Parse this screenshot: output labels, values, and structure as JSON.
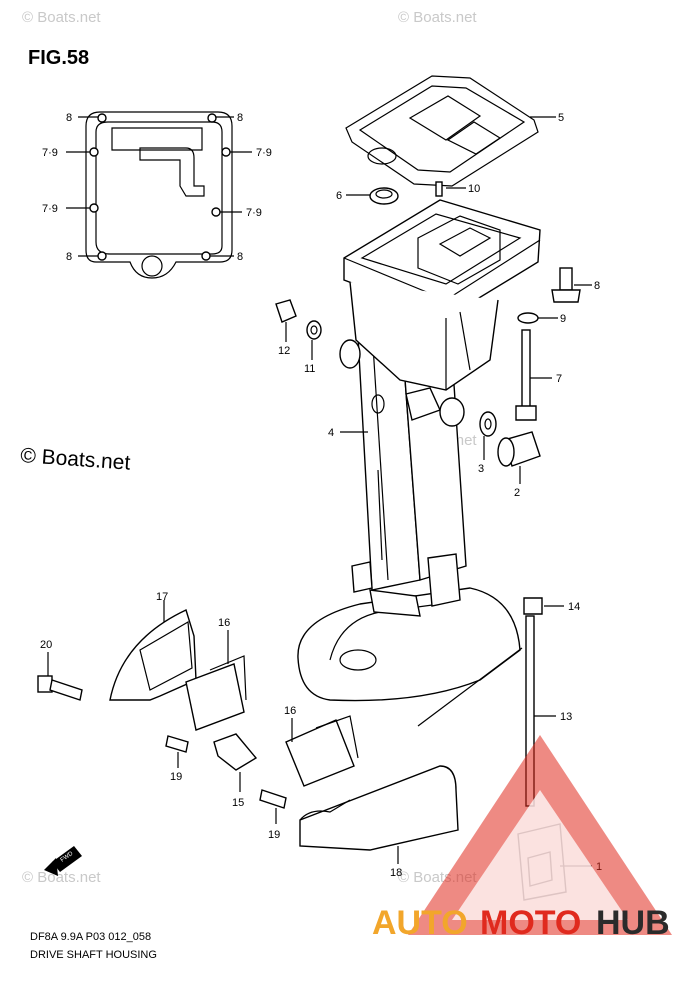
{
  "figure_id": "FIG.58",
  "watermarks": {
    "top_left": "© Boats.net",
    "top_right": "© Boats.net",
    "middle_left": "© Boats.net",
    "middle": "© Boats.net",
    "bottom_left": "© Boats.net",
    "bottom_middle": "© Boats.net"
  },
  "callouts": {
    "gasket_8_a": "8",
    "gasket_8_b": "8",
    "gasket_8_c": "8",
    "gasket_8_d": "8",
    "gasket_79_a": "7·9",
    "gasket_79_b": "7·9",
    "gasket_79_c": "7·9",
    "gasket_79_d": "7·9",
    "p1": "1",
    "p2": "2",
    "p3": "3",
    "p4": "4",
    "p5": "5",
    "p6": "6",
    "p7": "7",
    "p8": "8",
    "p9": "9",
    "p10": "10",
    "p11": "11",
    "p12": "12",
    "p13": "13",
    "p14": "14",
    "p15": "15",
    "p16a": "16",
    "p16b": "16",
    "p17": "17",
    "p18": "18",
    "p19a": "19",
    "p19b": "19",
    "p20": "20"
  },
  "fwd_label": "FWD",
  "footer": {
    "model_code": "DF8A 9.9A P03 012_058",
    "title": "DRIVE SHAFT HOUSING"
  },
  "brand": {
    "auto": "AUTO",
    "moto": "MOTO",
    "hub": "HUB",
    "colors": {
      "auto": "#f2a62b",
      "moto": "#e02a1e",
      "hub": "#2b2b2b",
      "triangle": "#e02a1e"
    }
  }
}
